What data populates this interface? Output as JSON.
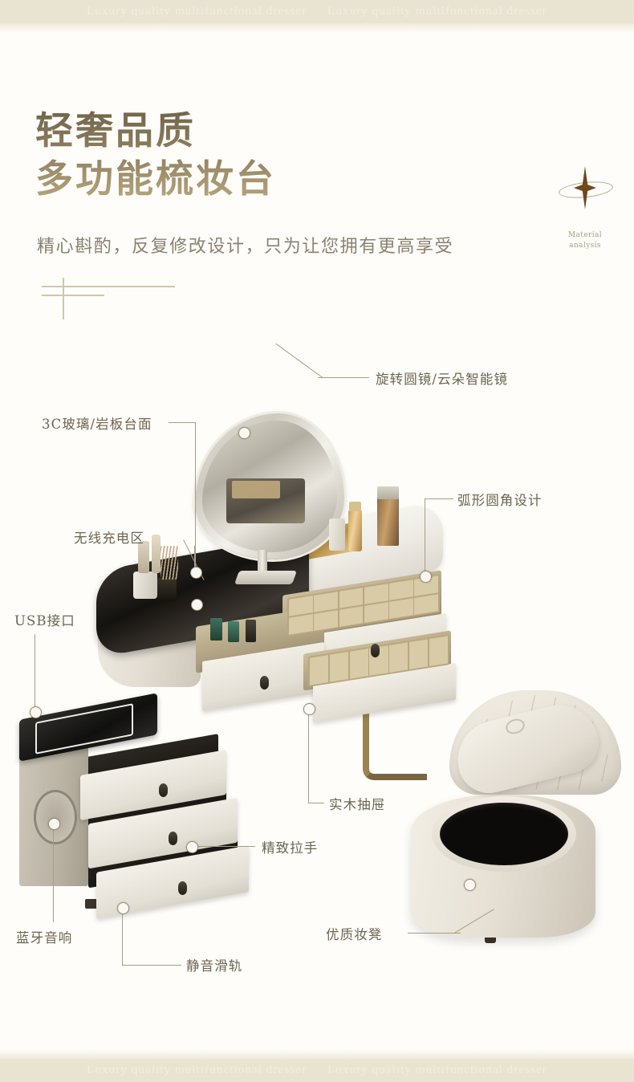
{
  "banner": {
    "text": "Luxury quality multifunctional dresser",
    "repeat_count": 2,
    "band_color": "#e9e3d2",
    "text_color": "#f3eee0"
  },
  "page_background": "#fefdfa",
  "header": {
    "title_line1": "轻奢品质",
    "title_line2": "多功能梳妆台",
    "subtitle": "精心斟酌，反复修改设计，只为让您拥有更高享受",
    "title_color": "#8a7b5d",
    "subtitle_color": "#8b8171"
  },
  "badge": {
    "icon": "four-point-star-with-ring",
    "line1": "Material",
    "line2": "analysis",
    "star_color": "#6d4a1f",
    "ring_color": "#b9ac8c"
  },
  "callouts": [
    {
      "id": "glass-stone-top",
      "label": "3C玻璃/岩板台面"
    },
    {
      "id": "rotating-mirror",
      "label": "旋转圆镜/云朵智能镜"
    },
    {
      "id": "wireless-charging",
      "label": "无线充电区"
    },
    {
      "id": "curved-corner",
      "label": "弧形圆角设计"
    },
    {
      "id": "usb-port",
      "label": "USB接口"
    },
    {
      "id": "solid-wood-drawer",
      "label": "实木抽屉"
    },
    {
      "id": "fine-handle",
      "label": "精致拉手"
    },
    {
      "id": "bluetooth-speaker",
      "label": "蓝牙音响"
    },
    {
      "id": "silent-slide-rail",
      "label": "静音滑轨"
    },
    {
      "id": "quality-stool",
      "label": "优质妆凳"
    }
  ],
  "product": {
    "name": "multifunctional-dresser",
    "parts": [
      "cloud-led-mirror",
      "stone-counter-top",
      "black-tempered-glass-top",
      "open-drawers",
      "compartment-organizer",
      "three-drawer-tower",
      "bluetooth-speaker-grille",
      "storage-stool"
    ]
  }
}
